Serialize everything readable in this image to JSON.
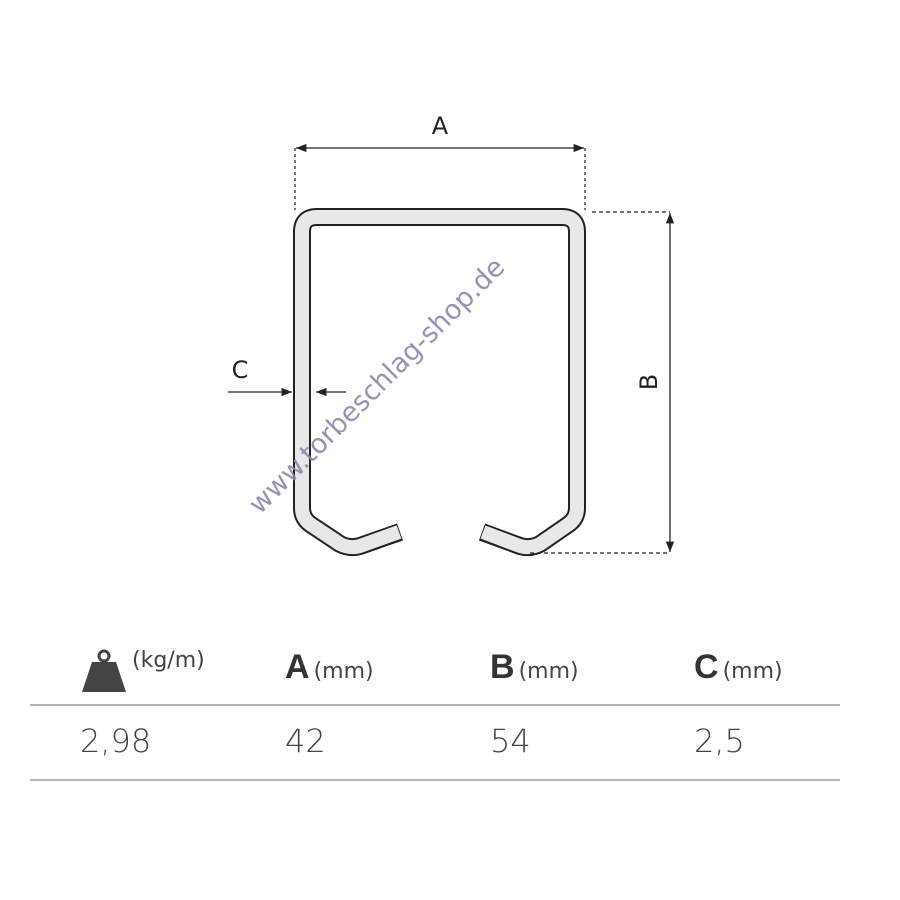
{
  "diagram": {
    "labels": {
      "a": "A",
      "b": "B",
      "c": "C"
    },
    "watermark": "www.torbeschlag-shop.de"
  },
  "table": {
    "headers": [
      {
        "icon": "weight-icon",
        "unit": "(kg/m)"
      },
      {
        "letter": "A",
        "unit": "(mm)"
      },
      {
        "letter": "B",
        "unit": "(mm)"
      },
      {
        "letter": "C",
        "unit": "(mm)"
      }
    ],
    "values": [
      "2,98",
      "42",
      "54",
      "2,5"
    ]
  },
  "colors": {
    "profile_fill": "#e8e8e8",
    "outline": "#222222",
    "watermark": "#8a8aac",
    "rule": "#b5b5b5"
  }
}
